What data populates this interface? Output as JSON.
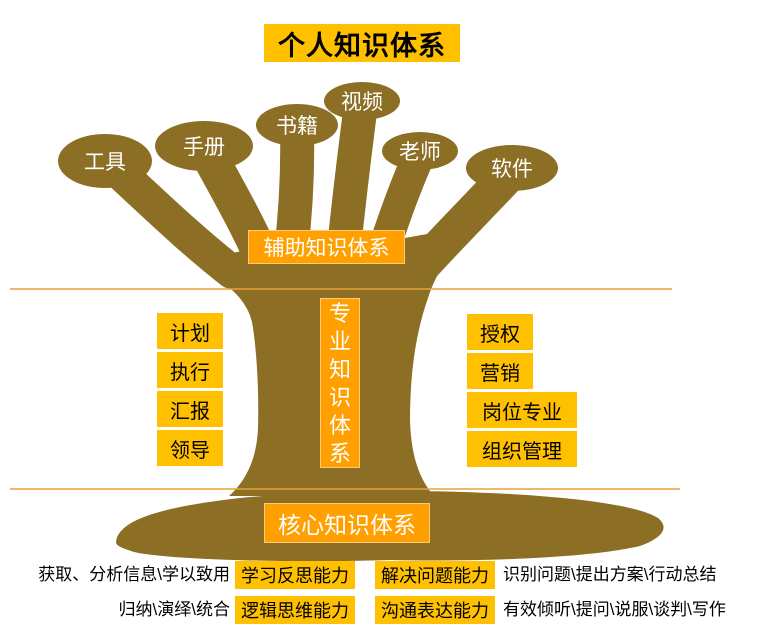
{
  "title": "个人知识体系",
  "colors": {
    "trunk": "#8C6F24",
    "gold_box": "#FFC000",
    "orange_box": "#FFA000",
    "divider_line": "#E8A239",
    "leaf_text": "#FFFFFF",
    "dark_text": "#000000"
  },
  "tree": {
    "leaves": [
      {
        "label": "工具"
      },
      {
        "label": "手册"
      },
      {
        "label": "书籍"
      },
      {
        "label": "视频"
      },
      {
        "label": "老师"
      },
      {
        "label": "软件"
      }
    ],
    "levels": [
      {
        "label": "辅助知识体系"
      },
      {
        "label": "专业知识体系"
      },
      {
        "label": "核心知识体系"
      }
    ]
  },
  "left_items": [
    {
      "label": "计划"
    },
    {
      "label": "执行"
    },
    {
      "label": "汇报"
    },
    {
      "label": "领导"
    }
  ],
  "right_items": [
    {
      "label": "授权"
    },
    {
      "label": "营销"
    },
    {
      "label": "岗位专业"
    },
    {
      "label": "组织管理"
    }
  ],
  "bottom": {
    "rows": [
      {
        "left_text": "获取、分析信息\\学以致用",
        "left_box": "学习反思能力",
        "right_box": "解决问题能力",
        "right_text": "识别问题\\提出方案\\行动总结"
      },
      {
        "left_text": "归纳\\演绎\\统合",
        "left_box": "逻辑思维能力",
        "right_box": "沟通表达能力",
        "right_text": "有效倾听\\提问\\说服\\谈判\\写作"
      }
    ]
  }
}
